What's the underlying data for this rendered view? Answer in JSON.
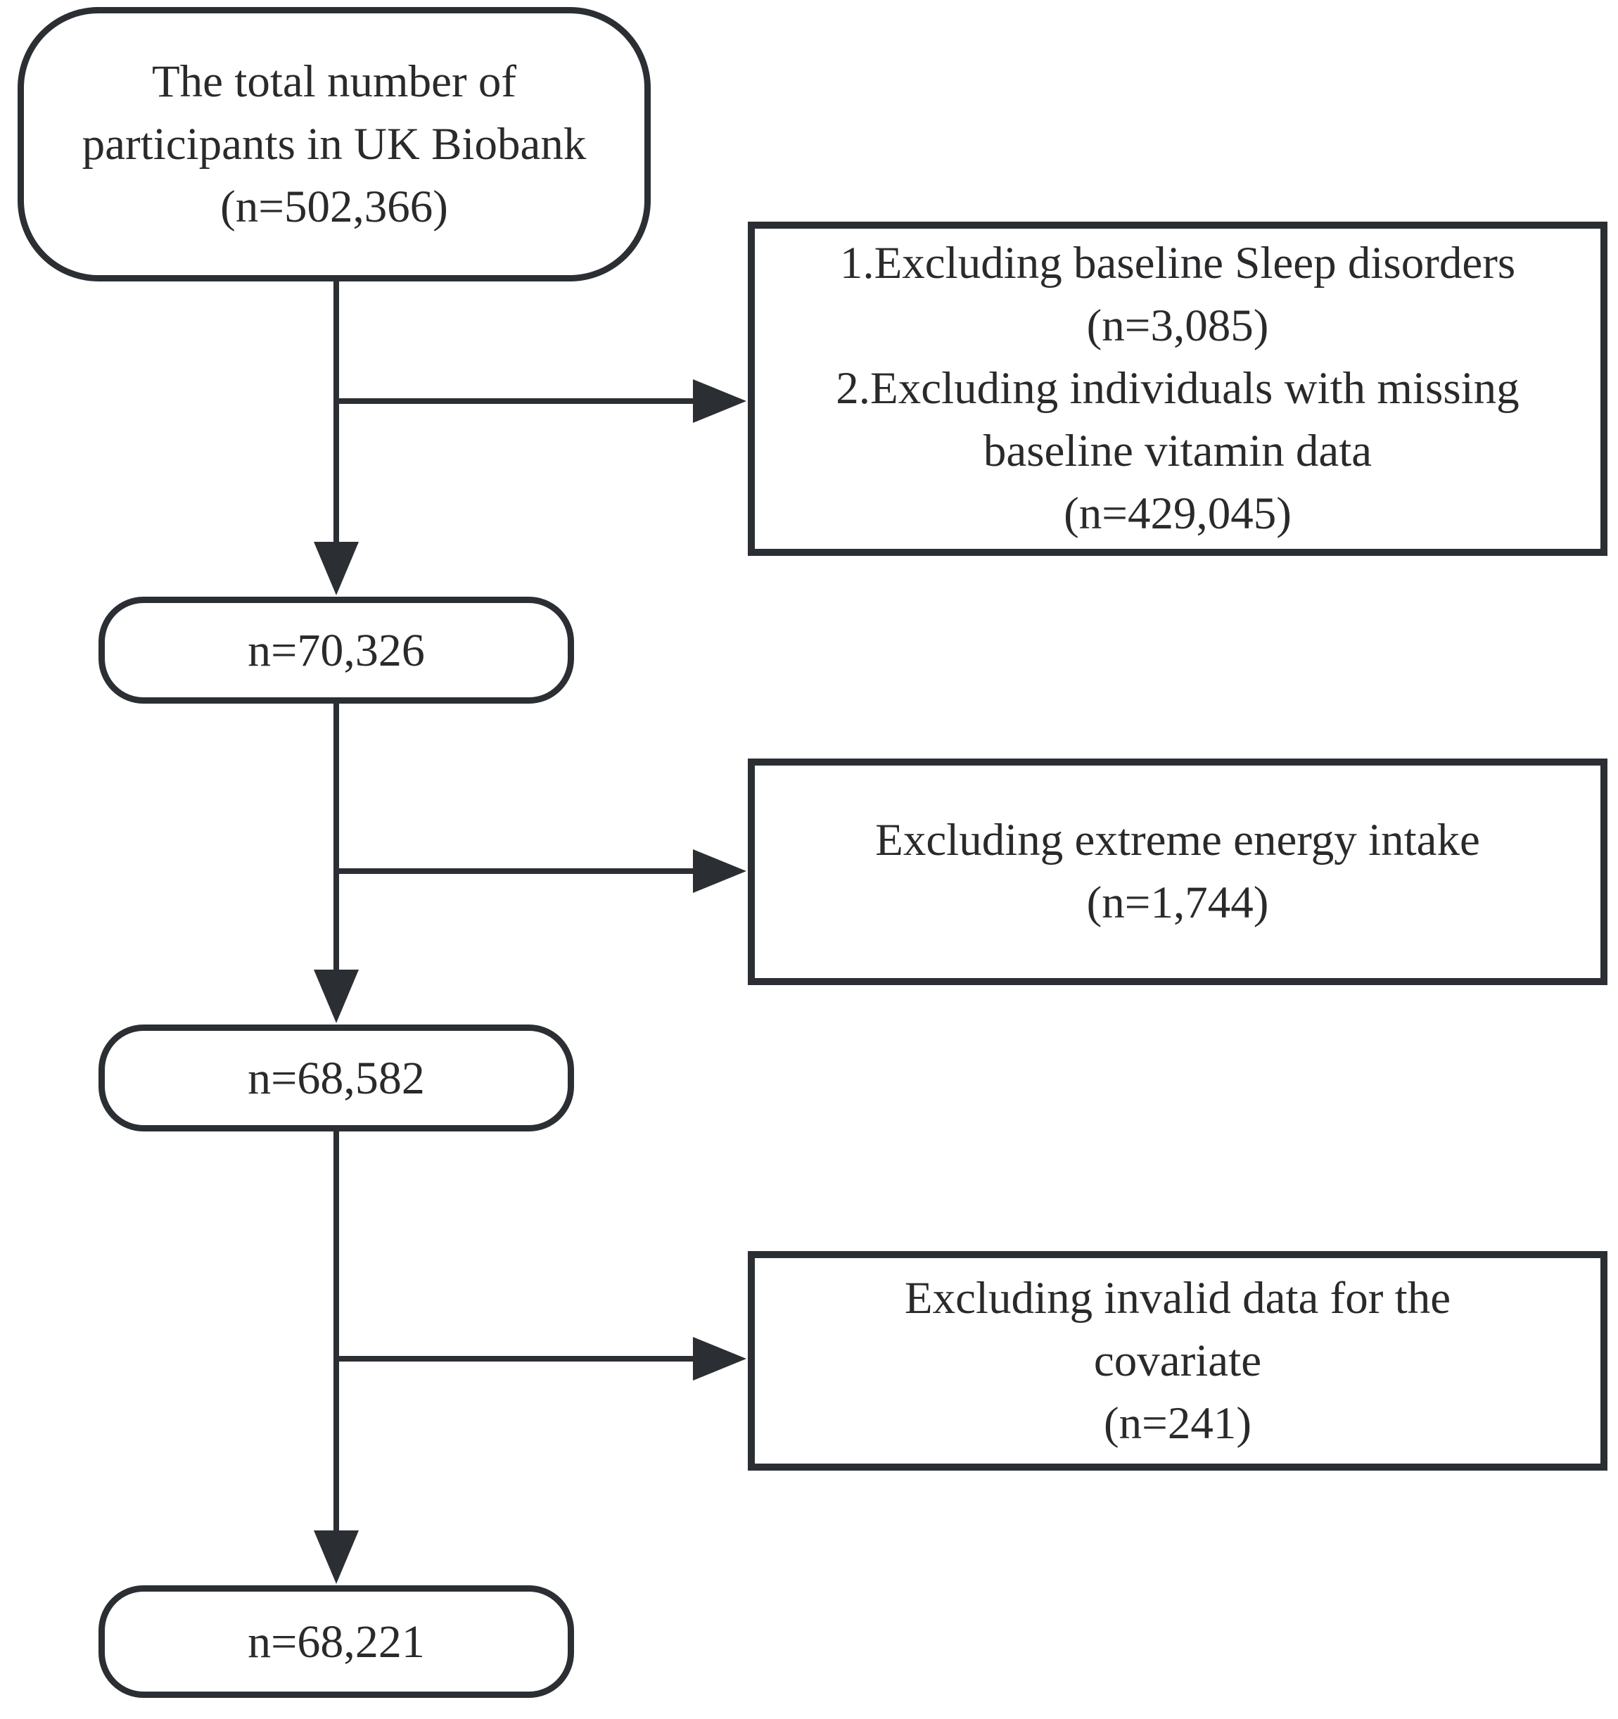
{
  "figure": {
    "kind": "participant-selection-flowchart"
  },
  "colors": {
    "line": "#2b2e33",
    "text": "#2a2a2c",
    "background": "#ffffff"
  },
  "nodes": {
    "total": {
      "lines": [
        "The total number of",
        "participants in UK Biobank",
        "(n=502,366)"
      ]
    },
    "exclusion_1": {
      "lines": [
        "1.Excluding baseline Sleep disorders",
        "(n=3,085)",
        "2.Excluding individuals with missing",
        "baseline vitamin data",
        "(n=429,045)"
      ]
    },
    "after_exclusion_1": {
      "label": "n=70,326"
    },
    "exclusion_2": {
      "lines": [
        "Excluding extreme energy intake",
        "(n=1,744)"
      ]
    },
    "after_exclusion_2": {
      "label": "n=68,582"
    },
    "exclusion_3": {
      "lines": [
        "Excluding invalid data for the",
        "covariate",
        "(n=241)"
      ]
    },
    "final": {
      "label": "n=68,221"
    }
  }
}
